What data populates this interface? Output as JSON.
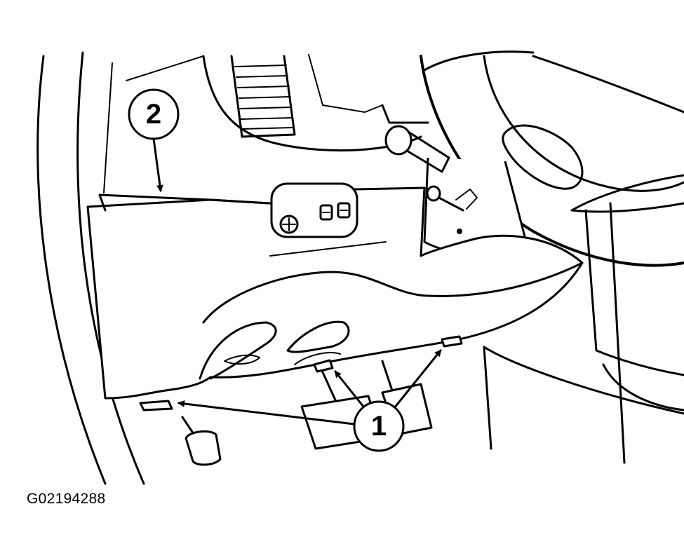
{
  "callouts": [
    {
      "number": "1",
      "meaning": ""
    },
    {
      "number": "2",
      "meaning": ""
    }
  ],
  "figure_id": "G02194288"
}
